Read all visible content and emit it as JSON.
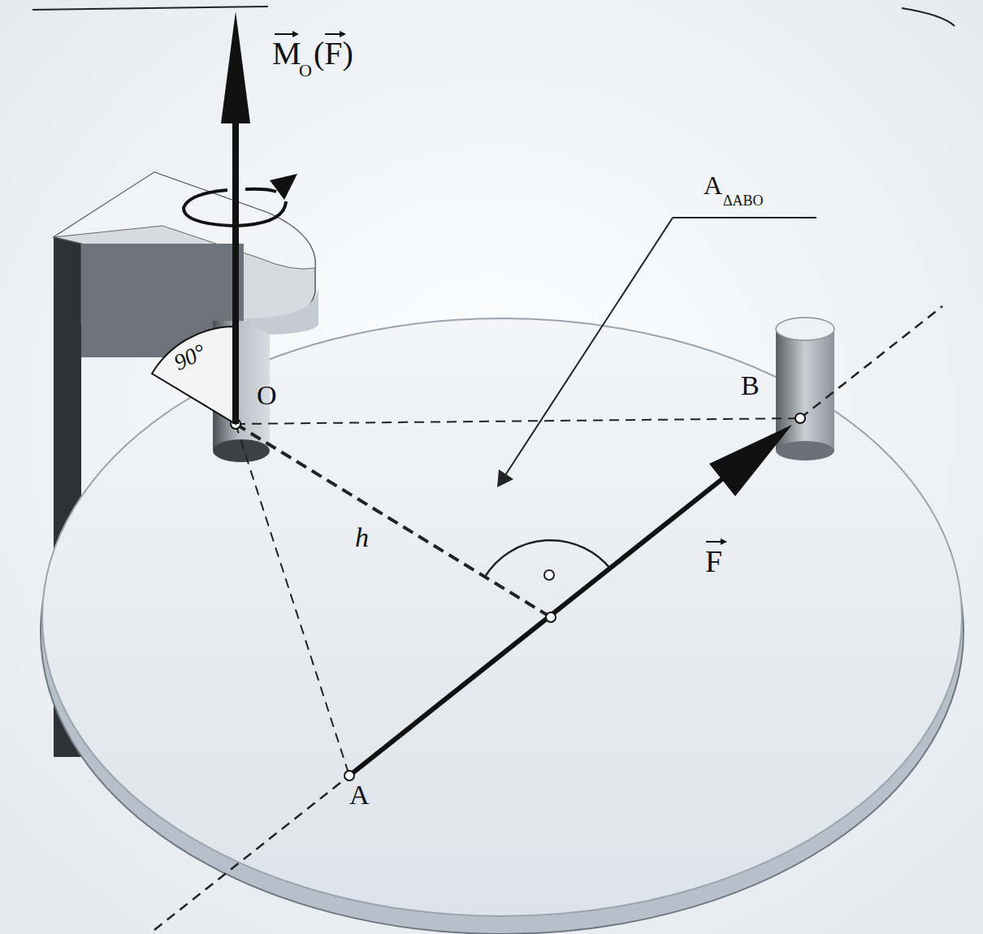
{
  "diagram": {
    "labels": [
      "M",
      "O",
      "(F)",
      "A",
      "ΔABO",
      "90°",
      "O",
      "B",
      "h",
      "F",
      "A"
    ]
  }
}
